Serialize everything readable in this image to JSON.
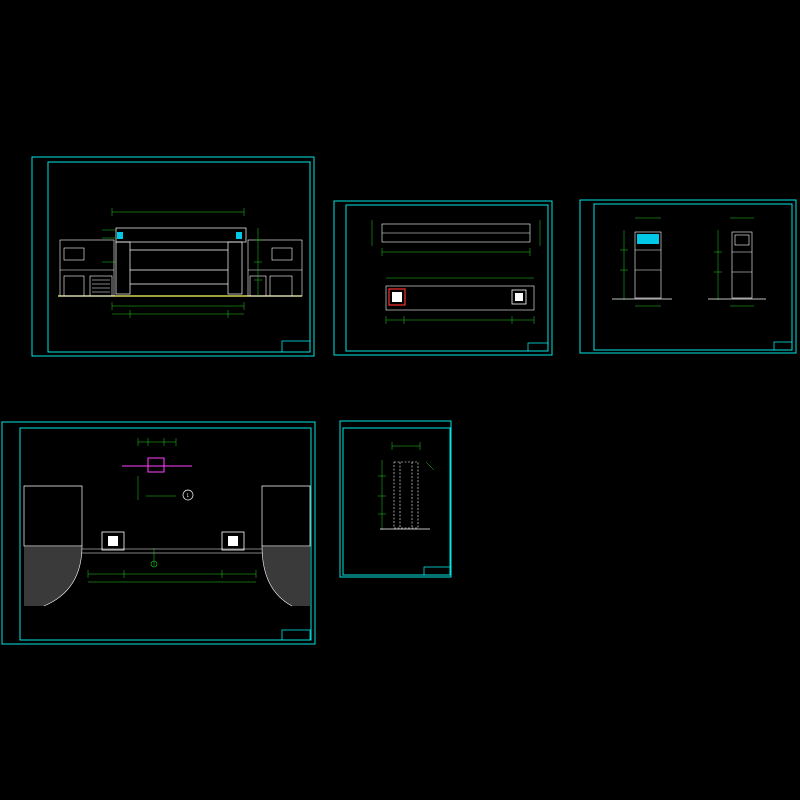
{
  "drawing": {
    "background": "#000000",
    "colors": {
      "frame": "#00e5e5",
      "dimension": "#20d020",
      "outline": "#ffffff",
      "signboard": "#00c8e6",
      "highlight": "#ff3030",
      "pipe": "#ff40ff",
      "label": "#ffff66"
    },
    "sheets": [
      {
        "id": "sheet-1",
        "main_label": "",
        "title_block": "",
        "signboard_text": "",
        "views": [
          ""
        ]
      },
      {
        "id": "sheet-2",
        "title_block": "",
        "views": [
          "",
          ""
        ]
      },
      {
        "id": "sheet-3",
        "title_block": "",
        "views": [
          "",
          ""
        ]
      },
      {
        "id": "sheet-4",
        "title_block": "",
        "views": [
          ""
        ],
        "detail_marker": "1",
        "detail_label": ""
      },
      {
        "id": "sheet-5",
        "title_block": "",
        "views": [
          ""
        ]
      }
    ]
  }
}
